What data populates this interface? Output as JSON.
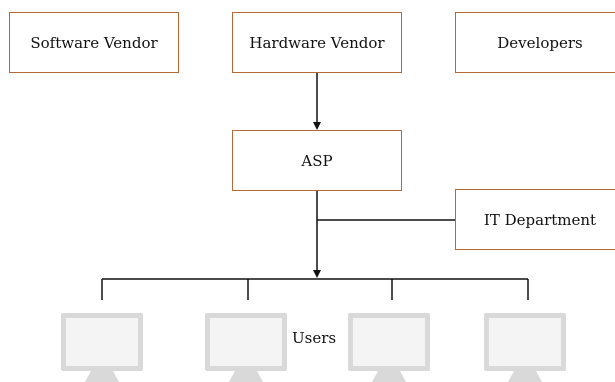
{
  "nodes": {
    "software_vendor": "Software Vendor",
    "hardware_vendor": "Hardware Vendor",
    "developers": "Developers",
    "asp": "ASP",
    "it_department": "IT Department",
    "users": "Users"
  },
  "colors": {
    "box_border": "#b36a38",
    "connector": "#111111",
    "monitor": "#d8d8d8"
  },
  "icons": {
    "user_terminal": "monitor-icon",
    "user_terminal_count": 4
  }
}
